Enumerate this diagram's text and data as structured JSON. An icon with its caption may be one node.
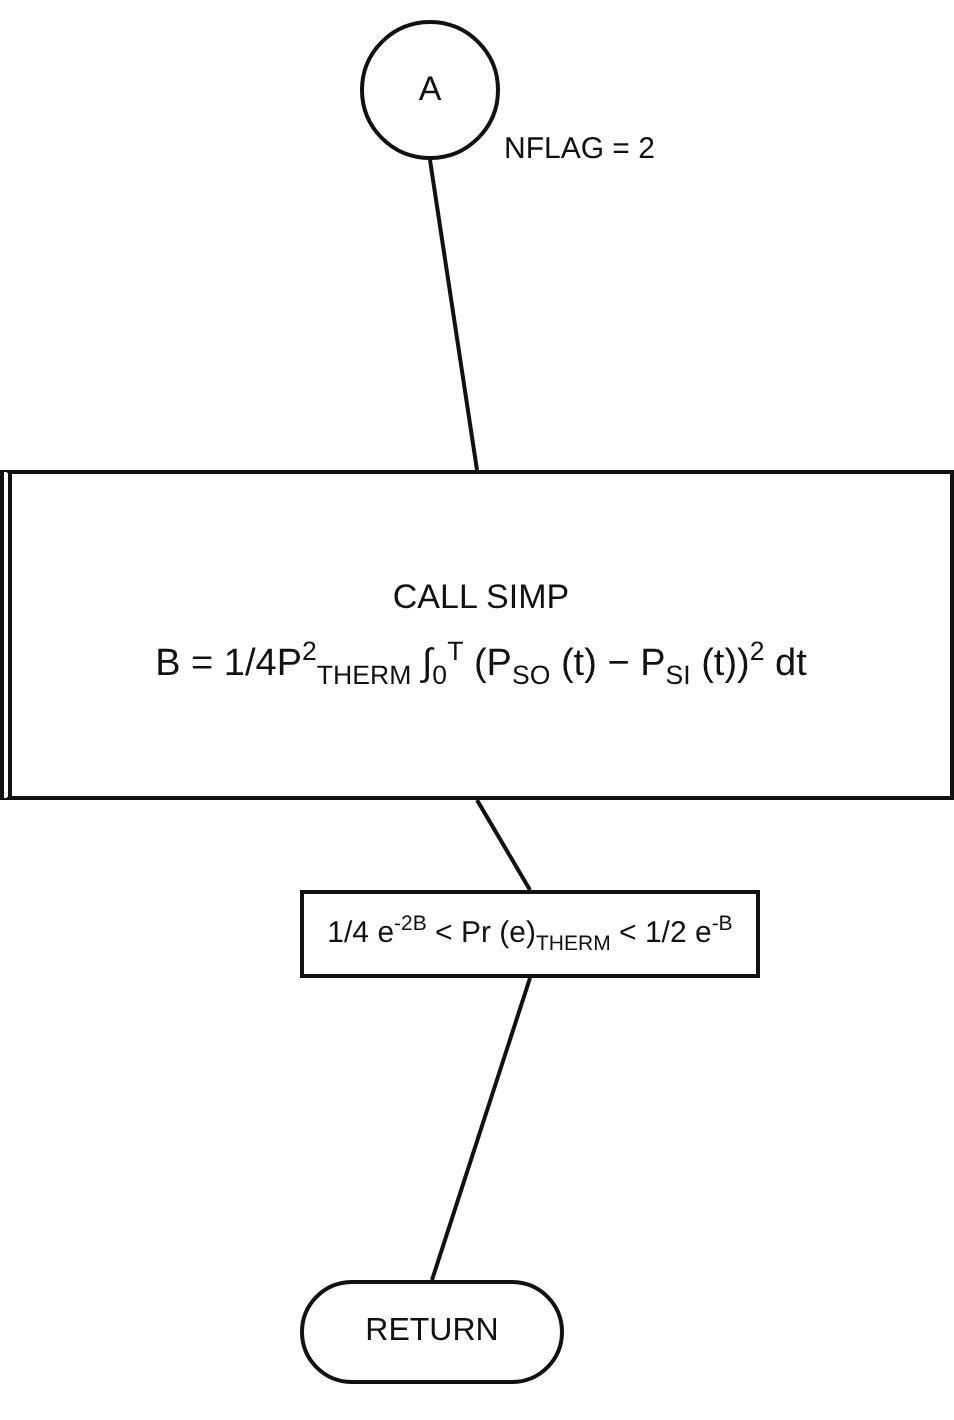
{
  "diagram": {
    "nodes": [
      {
        "text": [
          "A"
        ],
        "beside": [
          "NFLAG = 2"
        ]
      },
      {
        "text": [
          "CALL SIMP",
          "B = 1/4P$^{2}$$_{THERM}$ ∫$_{0}$$^{T}$ (P$_{SO}$ (t) − P$_{SI}$ (t))$^{2}$ dt"
        ]
      },
      {
        "text": [
          "1/4 e$^{-2B}$ < Pr (e)$_{THERM}$ < 1/2 e$^{-B}$"
        ]
      },
      {
        "text": [
          "RETURN"
        ]
      }
    ],
    "edges": [
      {
        "from": 0,
        "to": 1,
        "arrow": "none"
      },
      {
        "from": 1,
        "to": 2,
        "arrow": "none"
      },
      {
        "from": 2,
        "to": 3,
        "arrow": "none"
      }
    ]
  }
}
